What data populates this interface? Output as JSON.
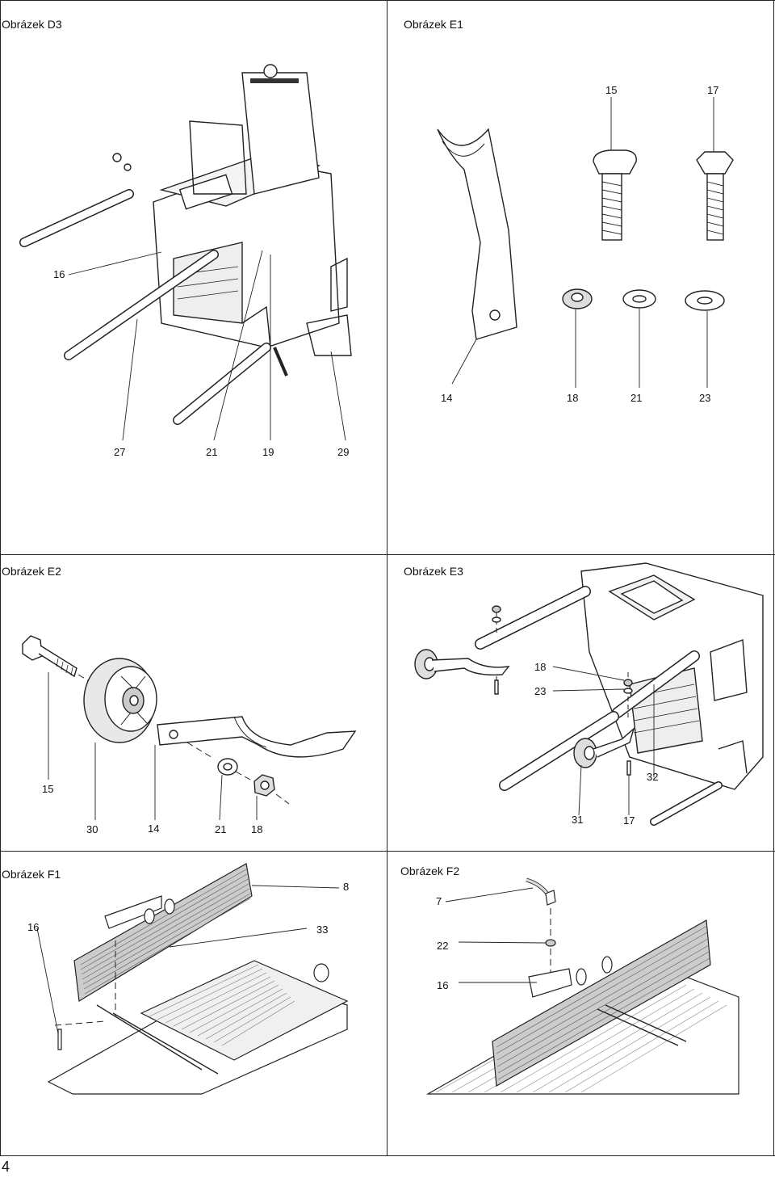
{
  "page_number": "4",
  "panels": {
    "d3": {
      "title": "Obrázek D3",
      "labels": [
        "16",
        "27",
        "21",
        "19",
        "29"
      ]
    },
    "e1": {
      "title": "Obrázek E1",
      "labels": [
        "15",
        "17",
        "14",
        "18",
        "21",
        "23"
      ]
    },
    "e2": {
      "title": "Obrázek E2",
      "labels": [
        "15",
        "30",
        "14",
        "21",
        "18"
      ]
    },
    "e3": {
      "title": "Obrázek E3",
      "labels": [
        "18",
        "23",
        "32",
        "31",
        "17"
      ]
    },
    "f1": {
      "title": "Obrázek F1",
      "labels": [
        "8",
        "16",
        "33"
      ]
    },
    "f2": {
      "title": "Obrázek F2",
      "labels": [
        "7",
        "22",
        "16"
      ]
    }
  }
}
